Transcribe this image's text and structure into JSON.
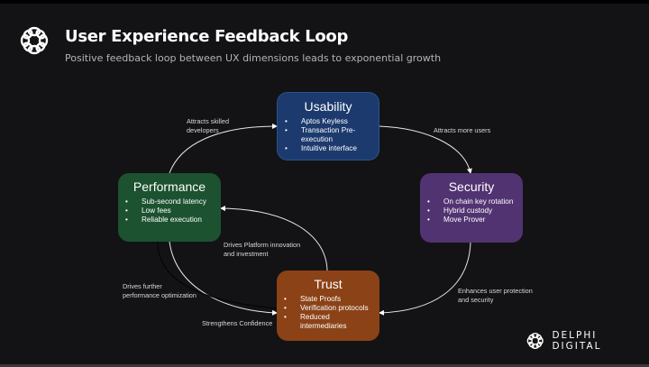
{
  "header": {
    "logo_icon": "delphi-knot-logo",
    "title": "User Experience Feedback Loop",
    "subtitle": "Positive feedback loop between UX dimensions leads to exponential growth"
  },
  "nodes": {
    "usability": {
      "title": "Usability",
      "color": "#1c3a6d",
      "items": [
        "Aptos Keyless",
        "Transaction Pre-execution",
        "Intuitive interface"
      ]
    },
    "performance": {
      "title": "Performance",
      "color": "#1c5230",
      "items": [
        "Sub-second latency",
        "Low fees",
        "Reliable execution"
      ]
    },
    "security": {
      "title": "Security",
      "color": "#523372",
      "items": [
        "On chain key rotation",
        "Hybrid custody",
        "Move Prover"
      ]
    },
    "trust": {
      "title": "Trust",
      "color": "#8b4217",
      "items": [
        "State Proofs",
        "Verification protocols",
        "Reduced intermediaries"
      ]
    }
  },
  "edges": [
    {
      "from": "Performance",
      "to": "Usability",
      "label_line1": "Attracts skilled",
      "label_line2": "developers"
    },
    {
      "from": "Usability",
      "to": "Security",
      "label_line1": "Attracts more users",
      "label_line2": ""
    },
    {
      "from": "Security",
      "to": "Trust",
      "label_line1": "Enhances user protection",
      "label_line2": "and security"
    },
    {
      "from": "Trust",
      "to": "Performance",
      "label_line1": "Drives Platform innovation",
      "label_line2": "and investment"
    },
    {
      "from": "Performance",
      "to": "Trust",
      "label_line1": "Drives further",
      "label_line2": "performance optimization"
    },
    {
      "from": "Performance",
      "to": "Trust",
      "label_line1": "Strengthens Confidence",
      "label_line2": ""
    }
  ],
  "footer": {
    "brand_icon": "delphi-knot-logo",
    "brand_name": "DELPHI DIGITAL"
  }
}
